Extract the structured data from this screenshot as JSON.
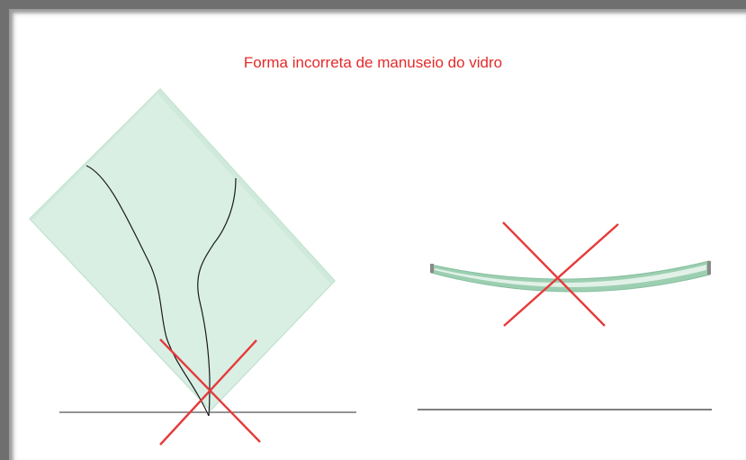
{
  "title": "Forma incorreta de manuseio do vidro",
  "colors": {
    "title": "#e52a2a",
    "cross": "#e53a3a",
    "glass_fill": "#d8efe3",
    "glass_stroke": "#b9dcc9",
    "bent_glass": "#9ccfb1",
    "crack": "#1a1a1a",
    "ground": "#555555",
    "frame": "#6f6f6f"
  },
  "icons": [
    "glass-panel",
    "crack-line",
    "cross-mark",
    "bent-glass-sheet",
    "ground-line"
  ]
}
